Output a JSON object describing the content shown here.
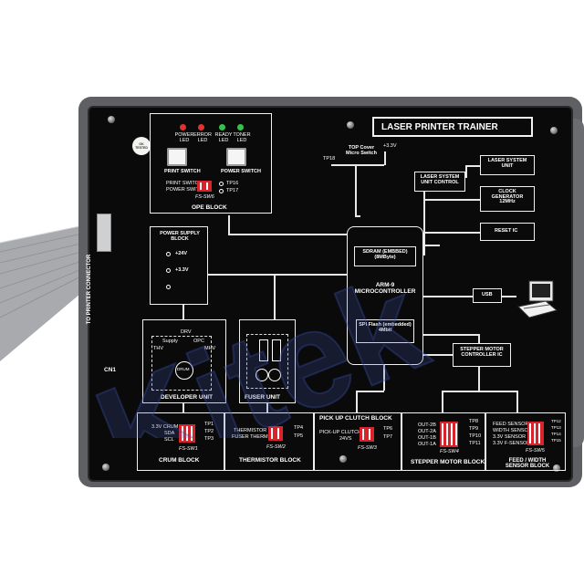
{
  "panel": {
    "title": "LASER PRINTER TRAINER",
    "side_label": "TO PRINTER CONNECTOR",
    "connector_label": "CN1",
    "sticker": "OK TESTED"
  },
  "ope_block": {
    "leds": [
      "POWER LED",
      "ERROR LED",
      "READY LED",
      "TONER LED"
    ],
    "led_colors": [
      "#e0332e",
      "#e0332e",
      "#36c24a",
      "#36c24a"
    ],
    "print_switch": "PRINT SWITCH",
    "power_switch": "POWER SWITCH",
    "dip_labels": [
      "PRINT SWITCH",
      "POWER SWITCH"
    ],
    "dip_name": "FS-SW6",
    "tps": [
      "TP16",
      "TP17"
    ],
    "caption": "OPE BLOCK"
  },
  "top_cover": {
    "label": "TOP Cover Micro Switch",
    "voltage": "+3.3V",
    "tp": "TP18"
  },
  "laser": {
    "control": "LASER SYSTEM UNIT CONTROL",
    "unit": "LASER SYSTEM UNIT"
  },
  "clock": "CLOCK GENERATOR 12MHz",
  "reset": "RESET IC",
  "sdram": "SDRAM (EMBBED) (8MByte)",
  "mcu": "ARM-9 MICROCONTROLLER",
  "spi": "SPI Flash (embedded) 4Mbit",
  "usb": "USB",
  "power_supply": {
    "caption": "POWER SUPPLY BLOCK",
    "rails": [
      "+24V",
      "+3.3V"
    ]
  },
  "developer": {
    "labels": [
      "DRV",
      "Supply",
      "OPC",
      "THV",
      "MHV",
      "DRUM"
    ],
    "caption": "DEVELOPER UNIT"
  },
  "fuser": {
    "caption": "FUSER UNIT"
  },
  "stepper_ic": "STEPPER MOTOR CONTROLLER IC",
  "bottom_blocks": [
    {
      "caption": "CRUM BLOCK",
      "lines": [
        "3.3V CRUM",
        "SDA",
        "SCL"
      ],
      "dip": "FS-SW1",
      "tps": [
        "TP1",
        "TP2",
        "TP3"
      ]
    },
    {
      "caption": "THERMISTOR BLOCK",
      "lines": [
        "THERMISTOR",
        "FUSER THERM"
      ],
      "dip": "FS-SW2",
      "tps": [
        "TP4",
        "TP5"
      ]
    },
    {
      "caption": "PICK UP CLUTCH BLOCK",
      "lines": [
        "PICK-UP CLUTCH",
        "24VS"
      ],
      "dip": "FS-SW3",
      "tps": [
        "TP6",
        "TP7"
      ]
    },
    {
      "caption": "STEPPER MOTOR BLOCK",
      "lines": [
        "OUT-2B",
        "OUT-2A",
        "OUT-1B",
        "OUT-1A"
      ],
      "dip": "FS-SW4",
      "tps": [
        "TP8",
        "TP9",
        "TP10",
        "TP11"
      ]
    },
    {
      "caption": "FEED / WIDTH SENSOR BLOCK",
      "lines": [
        "FEED SENSOR",
        "WIDTH SENSOR",
        "3.3V SENSOR",
        "3.3V F-SENSOR"
      ],
      "dip": "FS-SW5",
      "tps": [
        "TP12",
        "TP13",
        "TP14",
        "TP15"
      ]
    }
  ],
  "watermark": "Kitek"
}
